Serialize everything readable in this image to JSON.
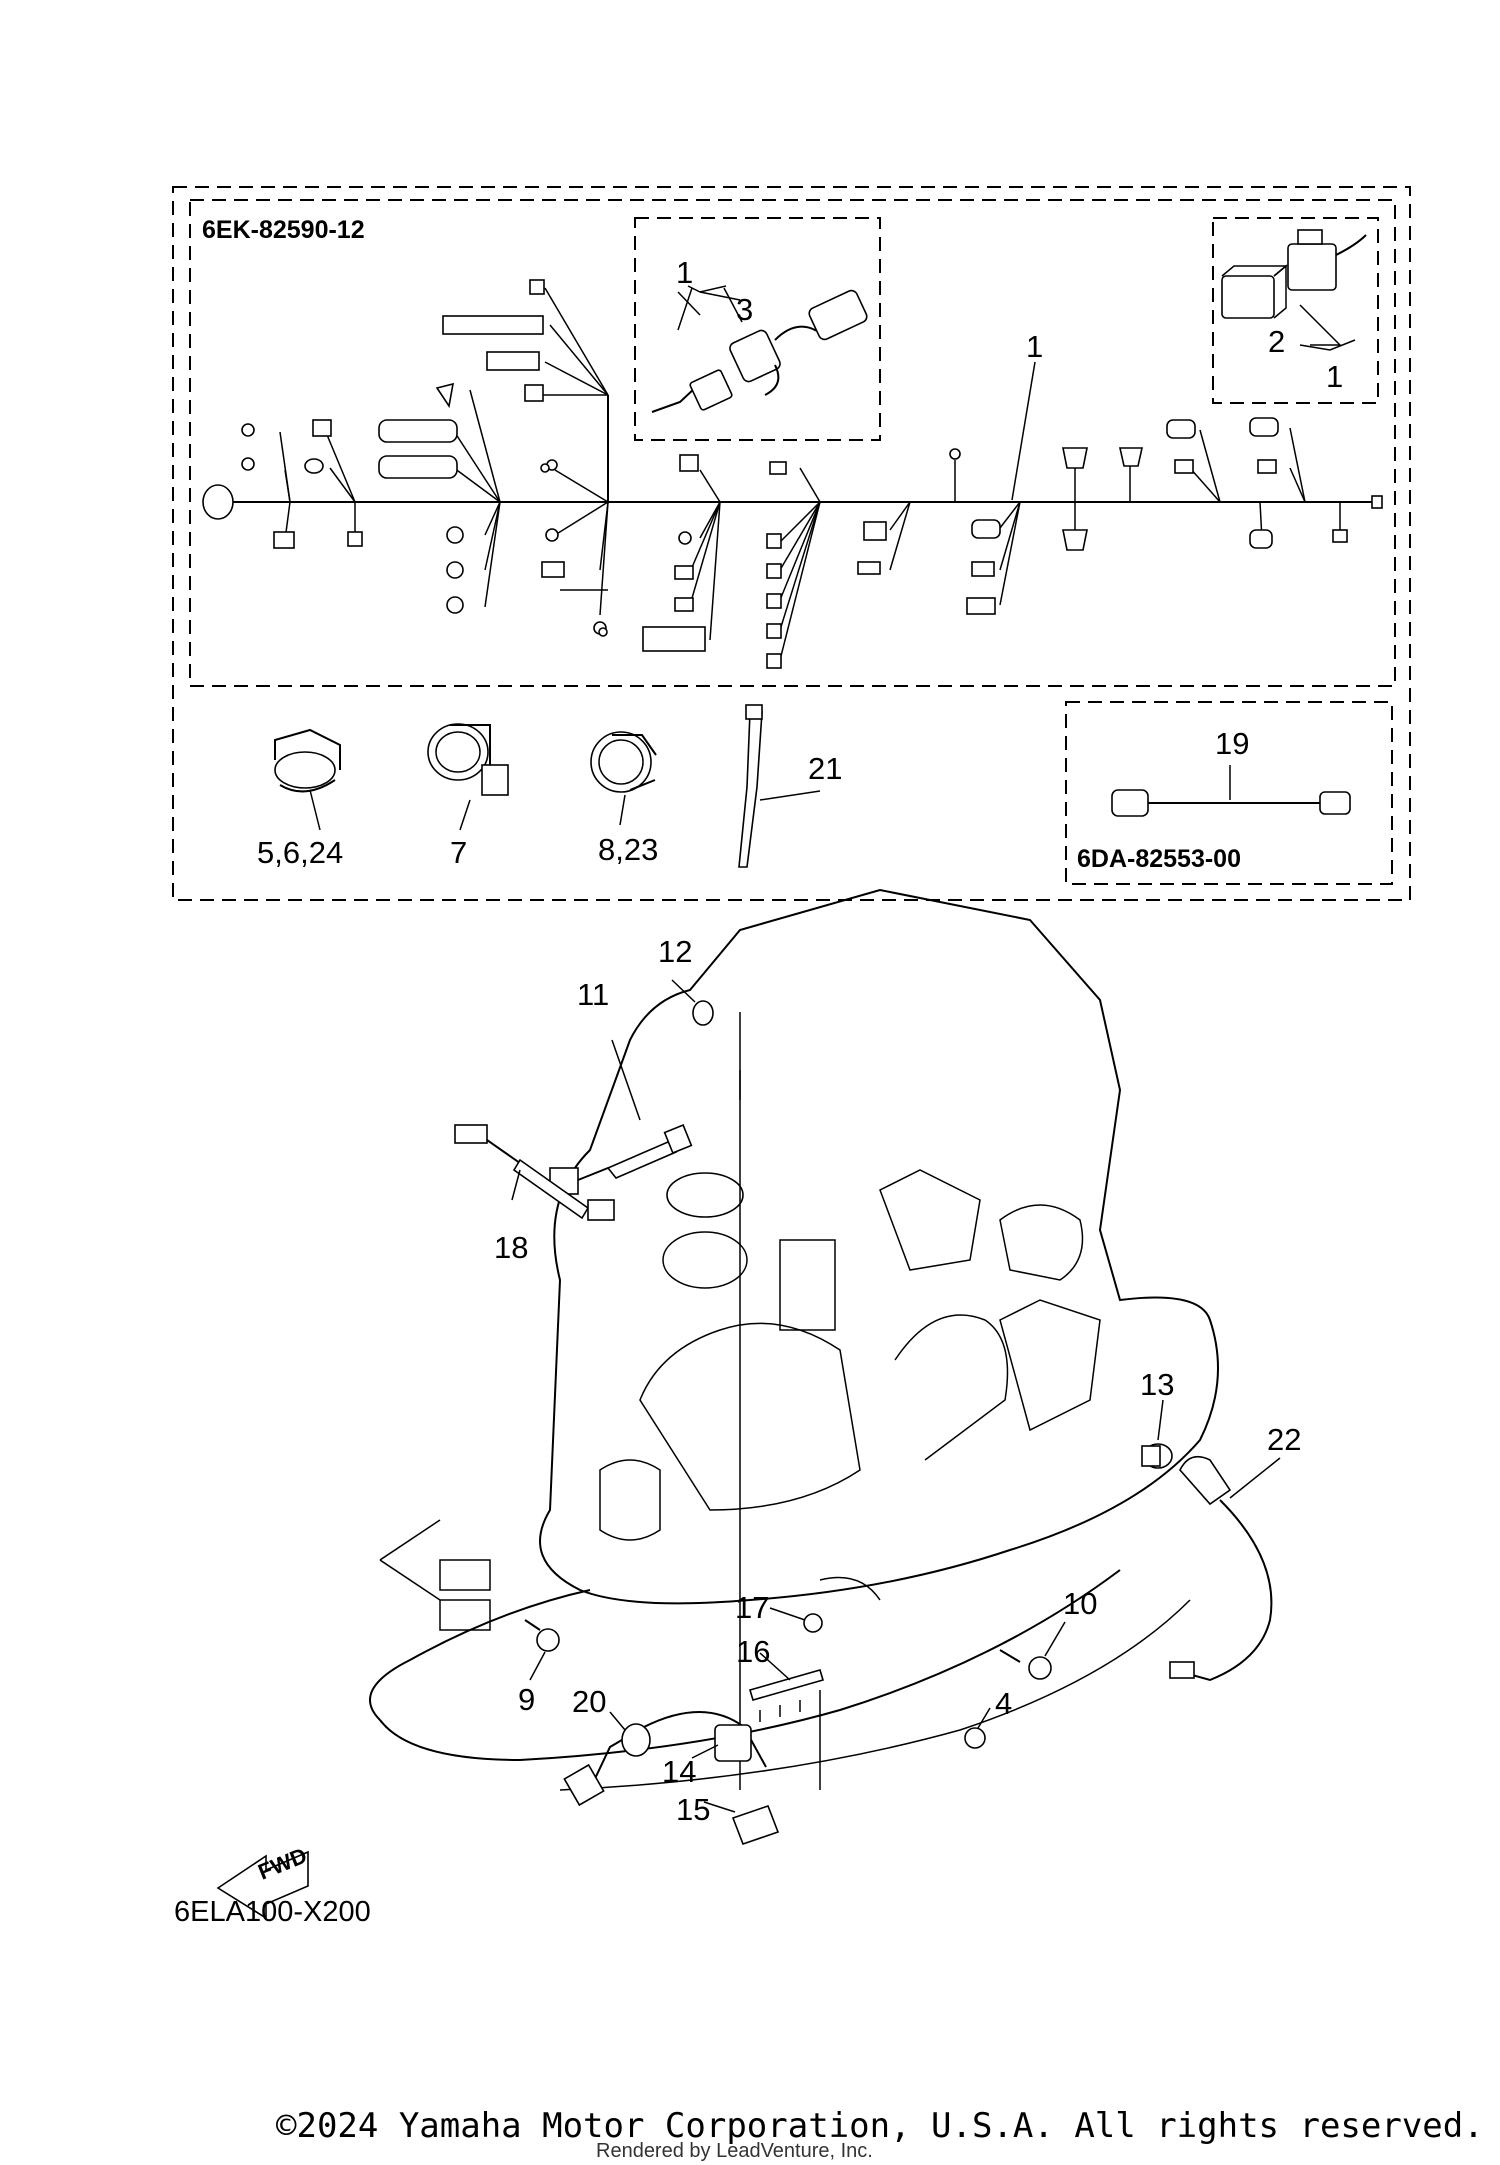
{
  "diagram": {
    "harness_part_no": "6EK-82590-12",
    "sub_harness_part_no": "6DA-82553-00",
    "figure_ref": "6ELA100-X200",
    "fwd_label": "FWD",
    "callouts": {
      "c1_main": "1",
      "c1_inset_a": "1",
      "c3_inset_a": "3",
      "c2_inset_b": "2",
      "c1_inset_b": "1",
      "c5_6_24": "5,6,24",
      "c7": "7",
      "c8_23": "8,23",
      "c21": "21",
      "c19": "19",
      "c12": "12",
      "c11": "11",
      "c18": "18",
      "c13": "13",
      "c22": "22",
      "c10": "10",
      "c17": "17",
      "c16": "16",
      "c4": "4",
      "c9": "9",
      "c20": "20",
      "c14": "14",
      "c15": "15"
    }
  },
  "footer": {
    "copyright": "©2024 Yamaha Motor Corporation, U.S.A. All rights reserved.",
    "rendered_by": "Rendered by LeadVenture, Inc."
  }
}
